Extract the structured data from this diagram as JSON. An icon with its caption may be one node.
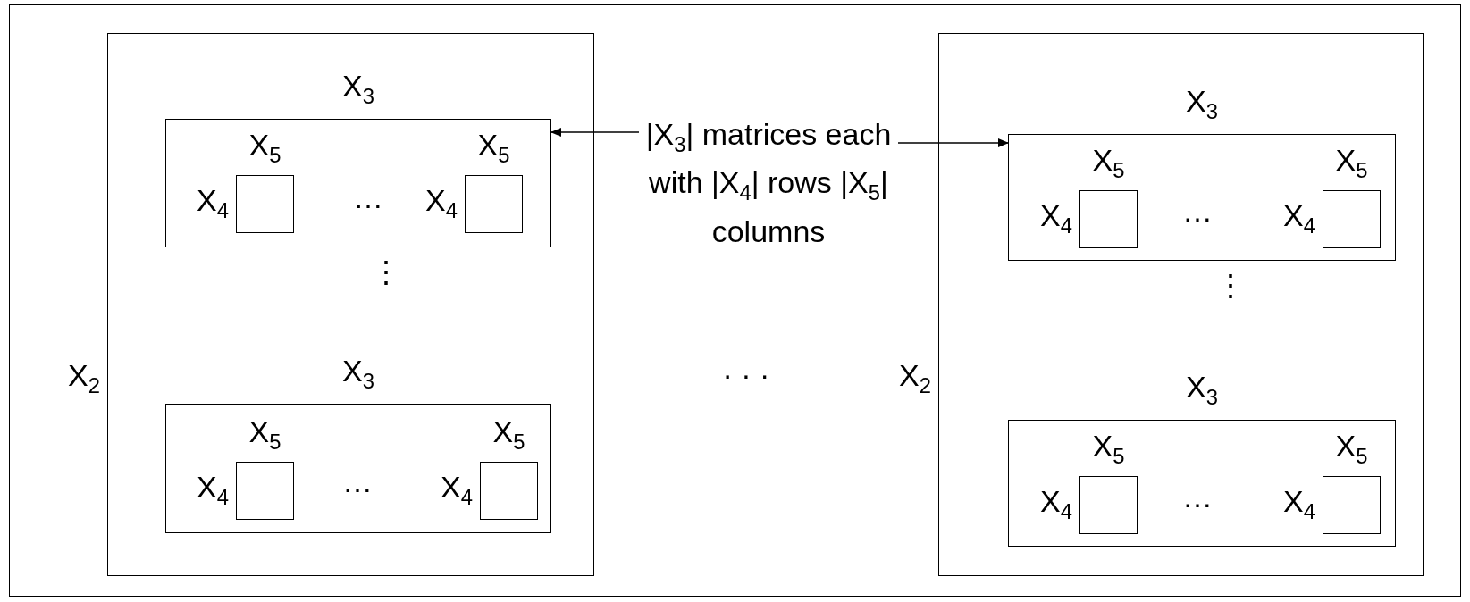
{
  "diagram": {
    "nodes": [
      {
        "text": [],
        "shape": "box",
        "beside": [
          "X$_{2}$"
        ]
      },
      {
        "text": [
          "X$_{3}$"
        ],
        "in": 0
      },
      {
        "text": [
          "X$_{5}$"
        ],
        "beside": [
          "X$_{4}$"
        ],
        "in": 1
      },
      {
        "text": [
          "X$_{5}$"
        ],
        "beside": [
          "X$_{4}$"
        ],
        "in": 1
      },
      {
        "text": [
          "X$_{3}$"
        ],
        "in": 0
      },
      {
        "text": [
          "X$_{5}$"
        ],
        "beside": [
          "X$_{4}$"
        ],
        "in": 4
      },
      {
        "text": [
          "X$_{5}$"
        ],
        "beside": [
          "X$_{4}$"
        ],
        "in": 4
      },
      {
        "text": [
          "|X$_{3}$| matrices each with |X$_{4}$| rows |X$_{5}$| columns"
        ]
      },
      {
        "text": [],
        "shape": "box",
        "beside": [
          "X$_{2}$"
        ]
      },
      {
        "text": [
          "X$_{3}$"
        ],
        "in": 8
      },
      {
        "text": [
          "X$_{5}$"
        ],
        "beside": [
          "X$_{4}$"
        ],
        "in": 9
      },
      {
        "text": [
          "X$_{5}$"
        ],
        "beside": [
          "X$_{4}$"
        ],
        "in": 9
      },
      {
        "text": [
          "X$_{3}$"
        ],
        "in": 8
      },
      {
        "text": [
          "X$_{5}$"
        ],
        "beside": [
          "X$_{4}$"
        ],
        "in": 12
      },
      {
        "text": [
          "X$_{5}$"
        ],
        "beside": [
          "X$_{4}$"
        ],
        "in": 12
      }
    ],
    "edges": [
      {
        "from": 7,
        "to": 1,
        "arrow": "to"
      },
      {
        "from": 7,
        "to": 9,
        "arrow": "to"
      }
    ],
    "labels": [
      "…",
      "⋮",
      "…",
      "· · ·",
      "…",
      "⋮",
      "…"
    ]
  }
}
